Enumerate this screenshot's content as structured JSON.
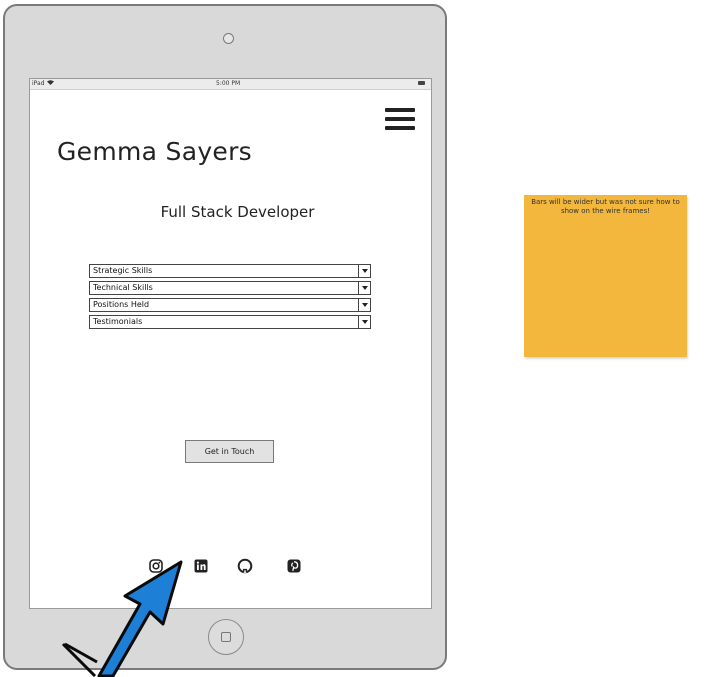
{
  "device": {
    "status_bar": {
      "device_label": "iPad",
      "time": "5:00 PM"
    }
  },
  "page": {
    "title": "Gemma Sayers",
    "subtitle": "Full Stack Developer",
    "dropdowns": [
      {
        "label": "Strategic Skills"
      },
      {
        "label": "Technical Skills"
      },
      {
        "label": "Positions Held"
      },
      {
        "label": "Testimonials"
      }
    ],
    "cta_label": "Get in Touch",
    "social_icons": [
      "instagram-icon",
      "linkedin-icon",
      "github-icon",
      "pinterest-icon"
    ]
  },
  "annotation": {
    "text": "Bars will be wider but was not sure how to show on the wire frames!",
    "color": "#f2b73c"
  },
  "cursor": {
    "color": "#1e7fd6"
  }
}
